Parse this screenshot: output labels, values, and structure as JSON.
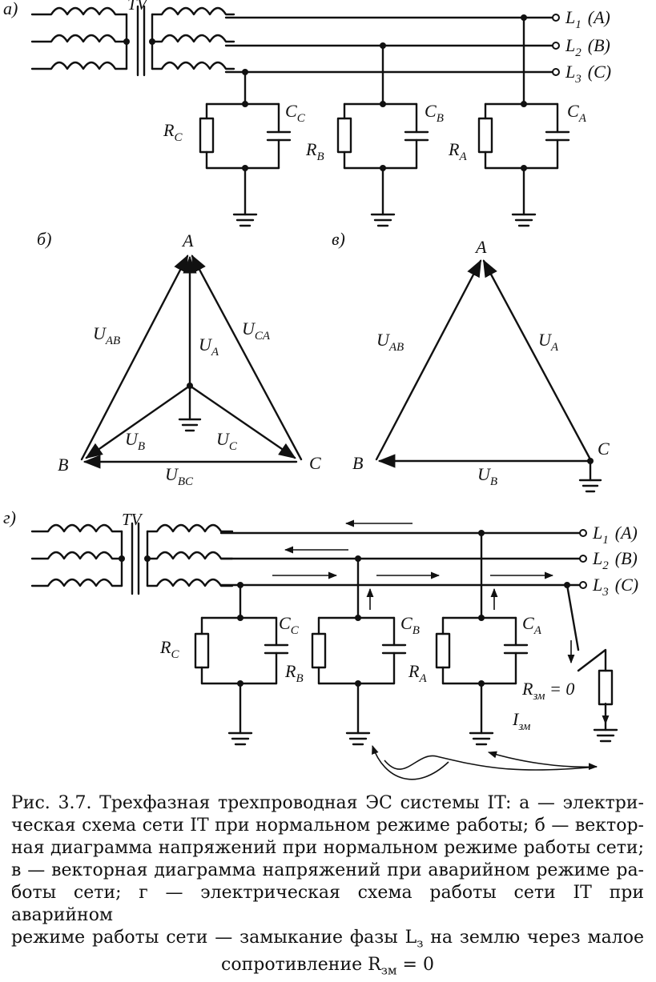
{
  "panels": {
    "a": "а)",
    "b": "б)",
    "v": "в)",
    "g": "г)"
  },
  "transformer": "TV",
  "lines": [
    {
      "name": "L",
      "sub": "1",
      "phase": "(A)"
    },
    {
      "name": "L",
      "sub": "2",
      "phase": "(B)"
    },
    {
      "name": "L",
      "sub": "3",
      "phase": "(C)"
    }
  ],
  "components": {
    "RC": {
      "main": "R",
      "sub": "C"
    },
    "CC": {
      "main": "C",
      "sub": "C"
    },
    "RB": {
      "main": "R",
      "sub": "B"
    },
    "CB": {
      "main": "C",
      "sub": "B"
    },
    "RA": {
      "main": "R",
      "sub": "A"
    },
    "CA": {
      "main": "C",
      "sub": "A"
    }
  },
  "vectors_b": {
    "A": "A",
    "B": "B",
    "C": "C",
    "UAB": {
      "main": "U",
      "sub": "AB"
    },
    "UCA": {
      "main": "U",
      "sub": "CA"
    },
    "UA": {
      "main": "U",
      "sub": "A"
    },
    "UB": {
      "main": "U",
      "sub": "B"
    },
    "UC": {
      "main": "U",
      "sub": "C"
    },
    "UBC": {
      "main": "U",
      "sub": "BC"
    }
  },
  "vectors_v": {
    "A": "A",
    "B": "B",
    "C": "C",
    "UAB": {
      "main": "U",
      "sub": "AB"
    },
    "UA": {
      "main": "U",
      "sub": "A"
    },
    "UB": {
      "main": "U",
      "sub": "B"
    }
  },
  "fault": {
    "R": {
      "main": "R",
      "sub": "зм",
      "tail": " = 0"
    },
    "I": {
      "main": "I",
      "sub": "зм"
    }
  },
  "caption": [
    "Рис. 3.7. Трехфазная трехпроводная ЭС системы IT: а — электри-",
    "ческая схема сети IT при нормальном режиме работы; б — вектор-",
    "ная диаграмма напряжений при нормальном режиме работы сети;",
    "в — векторная диаграмма напряжений при аварийном режиме ра-",
    "боты сети; г — электрическая схема работы сети IT при аварийном",
    "режиме работы сети — замыкание фазы L",
    "з",
    " на землю через малое",
    "сопротивление R",
    "зм",
    " = 0"
  ]
}
